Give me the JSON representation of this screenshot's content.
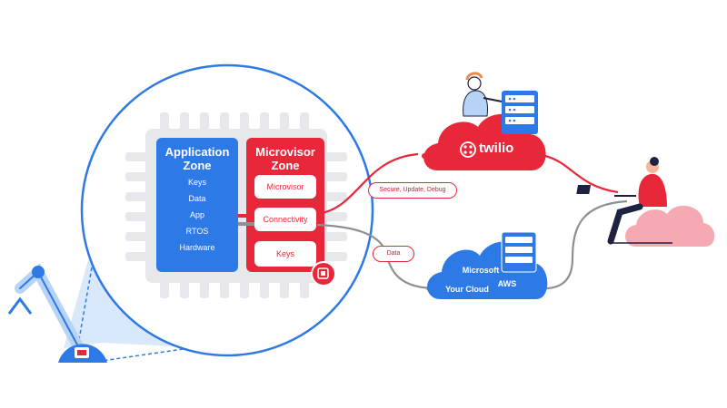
{
  "colors": {
    "blue": "#2d79e6",
    "red": "#e8283a",
    "pink_cloud": "#f5a9b2",
    "chip_gray": "#e6e8eb",
    "line_gray": "#8c8f95"
  },
  "application_zone": {
    "title_line1": "Application",
    "title_line2": "Zone",
    "items": [
      "Keys",
      "Data",
      "App",
      "RTOS",
      "Hardware"
    ]
  },
  "microvisor_zone": {
    "title_line1": "Microvisor",
    "title_line2": "Zone",
    "boxes": [
      "Microvisor",
      "Connectivity",
      "Keys"
    ]
  },
  "connections": {
    "secure_label": "Secure, Update, Debug",
    "data_label": "Data"
  },
  "twilio_cloud": {
    "brand": "twilio"
  },
  "customer_cloud": {
    "microsoft": "Microsoft",
    "aws": "AWS",
    "your_cloud": "Your Cloud"
  },
  "icons": [
    "robot-arm-icon",
    "chip-badge-icon",
    "server-rack-icon",
    "person-icon",
    "laptop-icon"
  ]
}
